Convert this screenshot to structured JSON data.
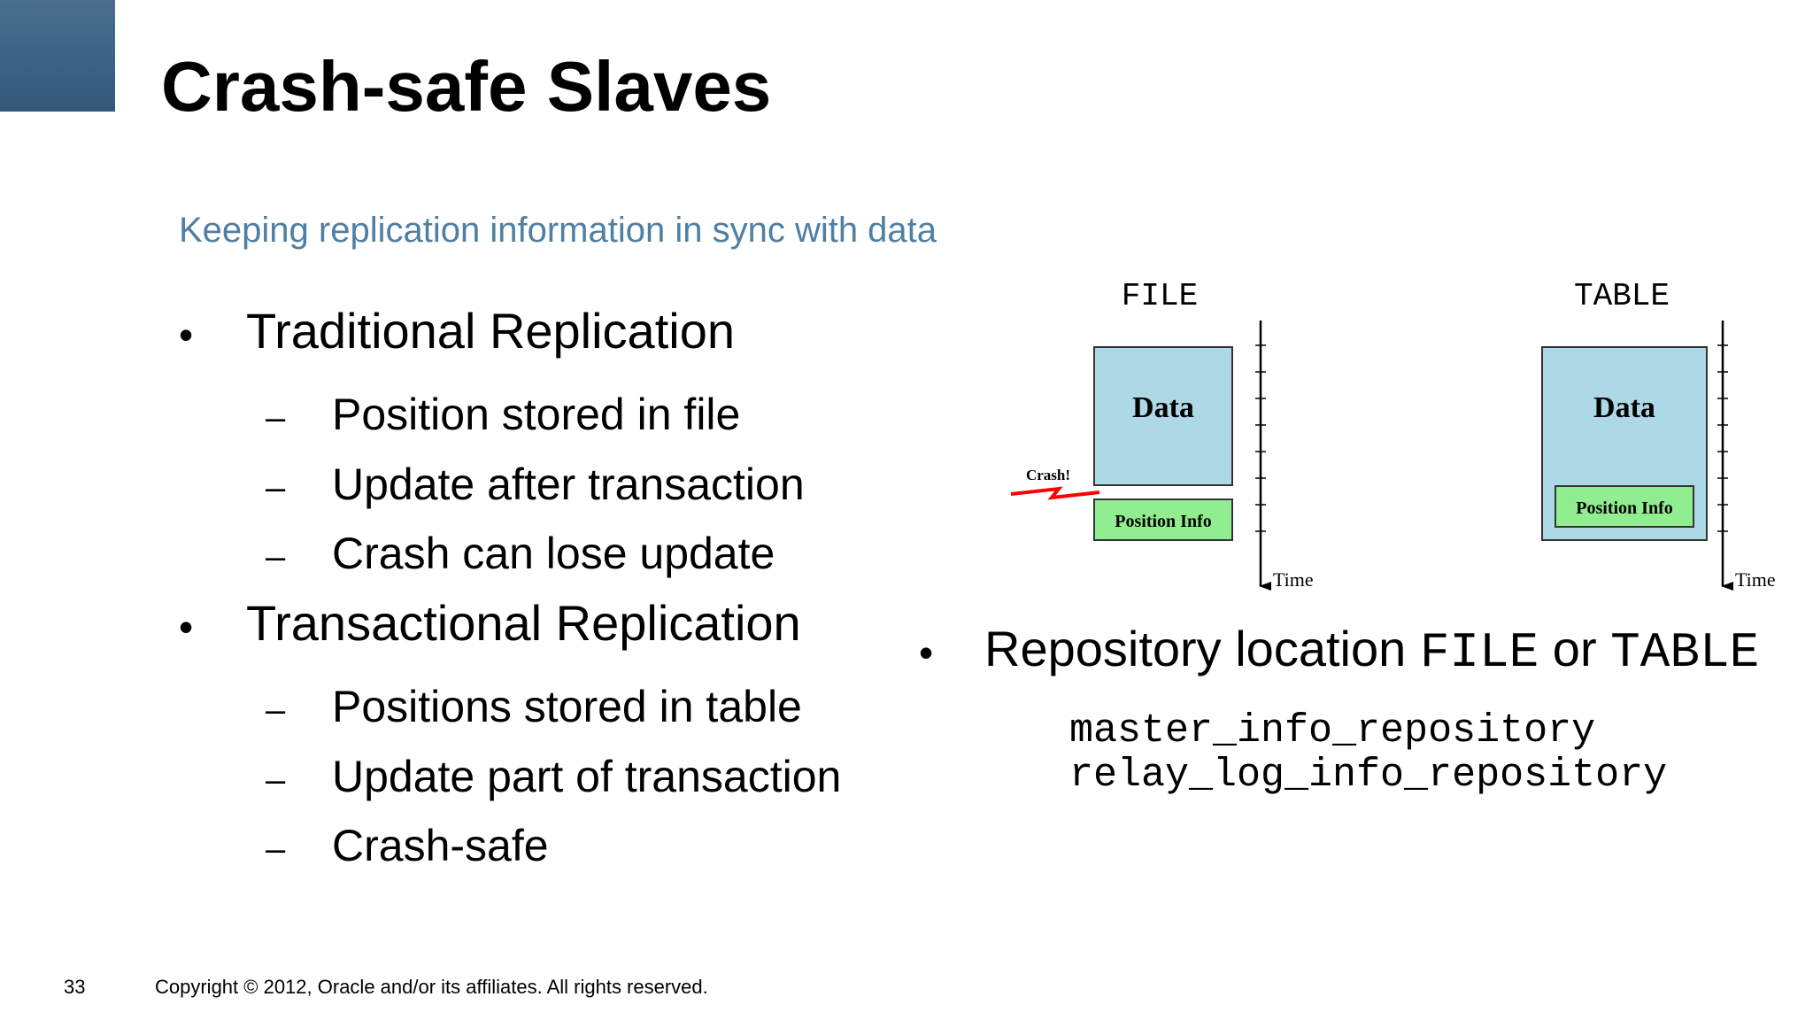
{
  "slide": {
    "title": "Crash-safe Slaves",
    "subtitle": "Keeping replication information in sync with data",
    "page_number": "33",
    "copyright": "Copyright © 2012, Oracle and/or its affiliates. All rights reserved."
  },
  "left_bullets": [
    {
      "text": "Traditional Replication",
      "subs": [
        "Position stored in file",
        "Update after transaction",
        "Crash can lose update"
      ]
    },
    {
      "text": "Transactional Replication",
      "subs": [
        "Positions stored in table",
        "Update part of transaction",
        "Crash-safe"
      ]
    }
  ],
  "right_bullet": {
    "prefix": "Repository location ",
    "file_word": "FILE",
    "or_word": " or ",
    "table_word": "TABLE",
    "code_lines": [
      "master_info_repository",
      "relay_log_info_repository"
    ]
  },
  "diagram": {
    "file_label": "FILE",
    "table_label": "TABLE",
    "data_label": "Data",
    "position_label": "Position Info",
    "crash_label": "Crash!",
    "time_label": "Time",
    "colors": {
      "data_box": "#add8e6",
      "position_box": "#90ee90",
      "crash": "#ff0000"
    }
  },
  "ui": {
    "bullet_symbol": "•",
    "dash_symbol": "–"
  }
}
